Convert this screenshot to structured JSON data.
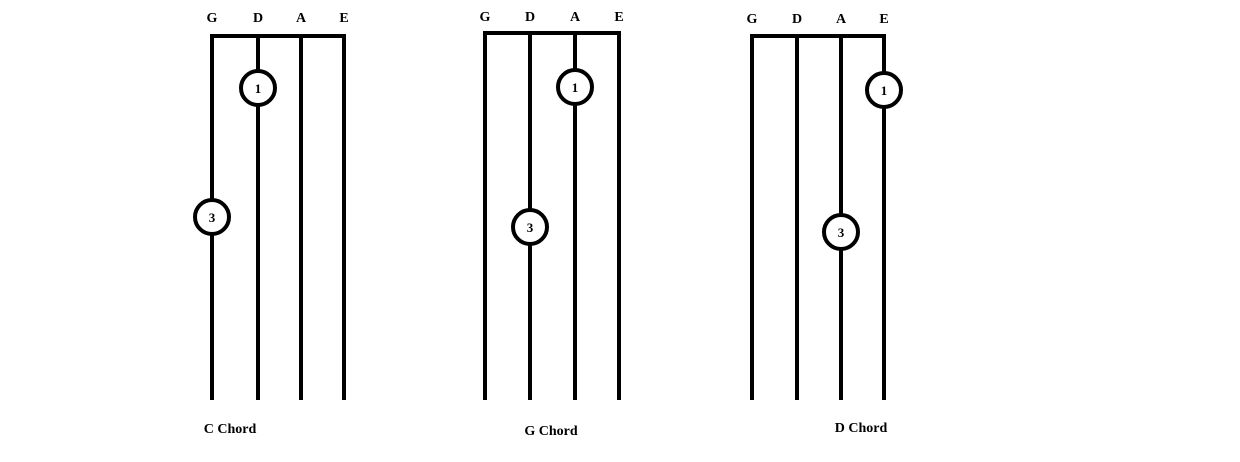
{
  "strings": [
    "G",
    "D",
    "A",
    "E"
  ],
  "chords": [
    {
      "name": "C Chord",
      "fingers": [
        {
          "number": "1",
          "string": "D"
        },
        {
          "number": "3",
          "string": "G"
        }
      ]
    },
    {
      "name": "G Chord",
      "fingers": [
        {
          "number": "1",
          "string": "A"
        },
        {
          "number": "3",
          "string": "D"
        }
      ]
    },
    {
      "name": "D Chord",
      "fingers": [
        {
          "number": "1",
          "string": "E"
        },
        {
          "number": "3",
          "string": "A"
        }
      ]
    }
  ],
  "colors": {
    "ink": "#000000",
    "background": "#ffffff"
  }
}
